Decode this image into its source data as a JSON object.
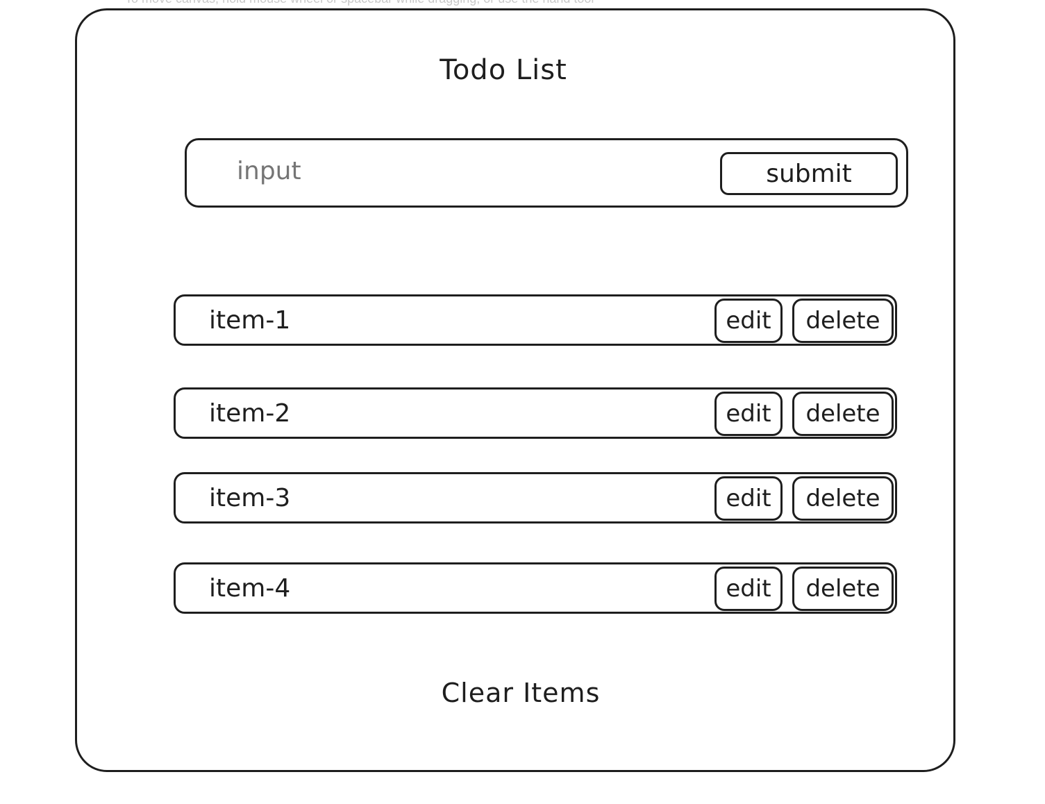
{
  "canvas_hint": "To move canvas, hold mouse wheel or spacebar while dragging, or use the hand tool",
  "app": {
    "title": "Todo List"
  },
  "input_bar": {
    "placeholder": "input",
    "submit_label": "submit"
  },
  "items": [
    {
      "label": "item-1",
      "edit_label": "edit",
      "delete_label": "delete"
    },
    {
      "label": "item-2",
      "edit_label": "edit",
      "delete_label": "delete"
    },
    {
      "label": "item-3",
      "edit_label": "edit",
      "delete_label": "delete"
    },
    {
      "label": "item-4",
      "edit_label": "edit",
      "delete_label": "delete"
    }
  ],
  "footer": {
    "clear_label": "Clear Items"
  }
}
